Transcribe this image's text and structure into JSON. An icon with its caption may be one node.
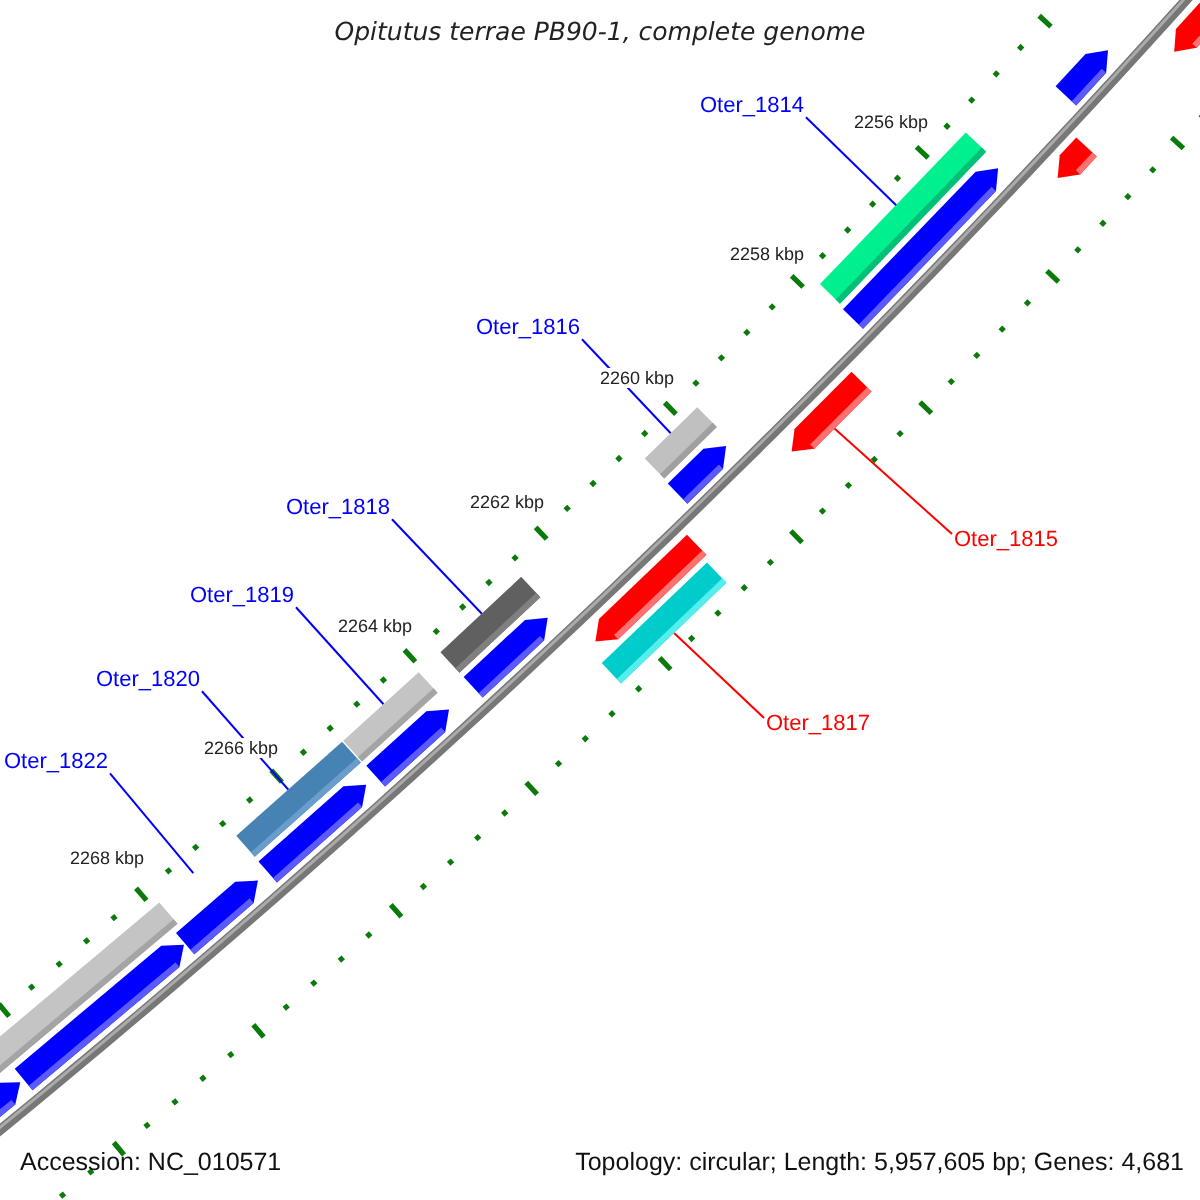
{
  "diagram": {
    "title": "Opitutus terrae PB90-1, complete genome",
    "nodes": [
      {
        "text": [
          "Oter_1814"
        ]
      },
      {
        "text": [
          "Oter_1816"
        ]
      },
      {
        "text": [
          "Oter_1818"
        ]
      },
      {
        "text": [
          "Oter_1815"
        ]
      },
      {
        "text": [
          "Oter_1819"
        ]
      },
      {
        "text": [
          "Oter_1820"
        ]
      },
      {
        "text": [
          "Oter_1817"
        ]
      },
      {
        "text": [
          "Oter_1822"
        ]
      },
      {
        "text": [],
        "shape": "bar"
      },
      {
        "text": [],
        "shape": "bar"
      },
      {
        "text": [],
        "shape": "bar"
      },
      {
        "text": [],
        "shape": "bar"
      },
      {
        "text": [],
        "shape": "bar"
      },
      {
        "text": [],
        "shape": "bar"
      },
      {
        "text": [],
        "shape": "bar"
      },
      {
        "text": [],
        "shape": "bar"
      }
    ],
    "edges": [
      {
        "from": 0,
        "to": 8,
        "arrow": "none"
      },
      {
        "from": 1,
        "to": 10,
        "arrow": "none"
      },
      {
        "from": 2,
        "to": 12,
        "arrow": "none"
      },
      {
        "from": 3,
        "to": 9,
        "arrow": "none",
        "color": "#ff0000"
      },
      {
        "from": 4,
        "to": 13,
        "arrow": "none"
      },
      {
        "from": 5,
        "to": 14,
        "arrow": "none"
      },
      {
        "from": 6,
        "to": 11,
        "arrow": "none",
        "color": "#ff0000"
      },
      {
        "from": 7,
        "to": 15,
        "arrow": "none"
      }
    ],
    "labels": [
      "2256 kbp",
      "2258 kbp",
      "2260 kbp",
      "2262 kbp",
      "2264 kbp",
      "2266 kbp",
      "2268 kbp",
      "Accession: NC_010571",
      "Topology: circular; Length: 5,957,605 bp; Genes: 4,681"
    ]
  }
}
